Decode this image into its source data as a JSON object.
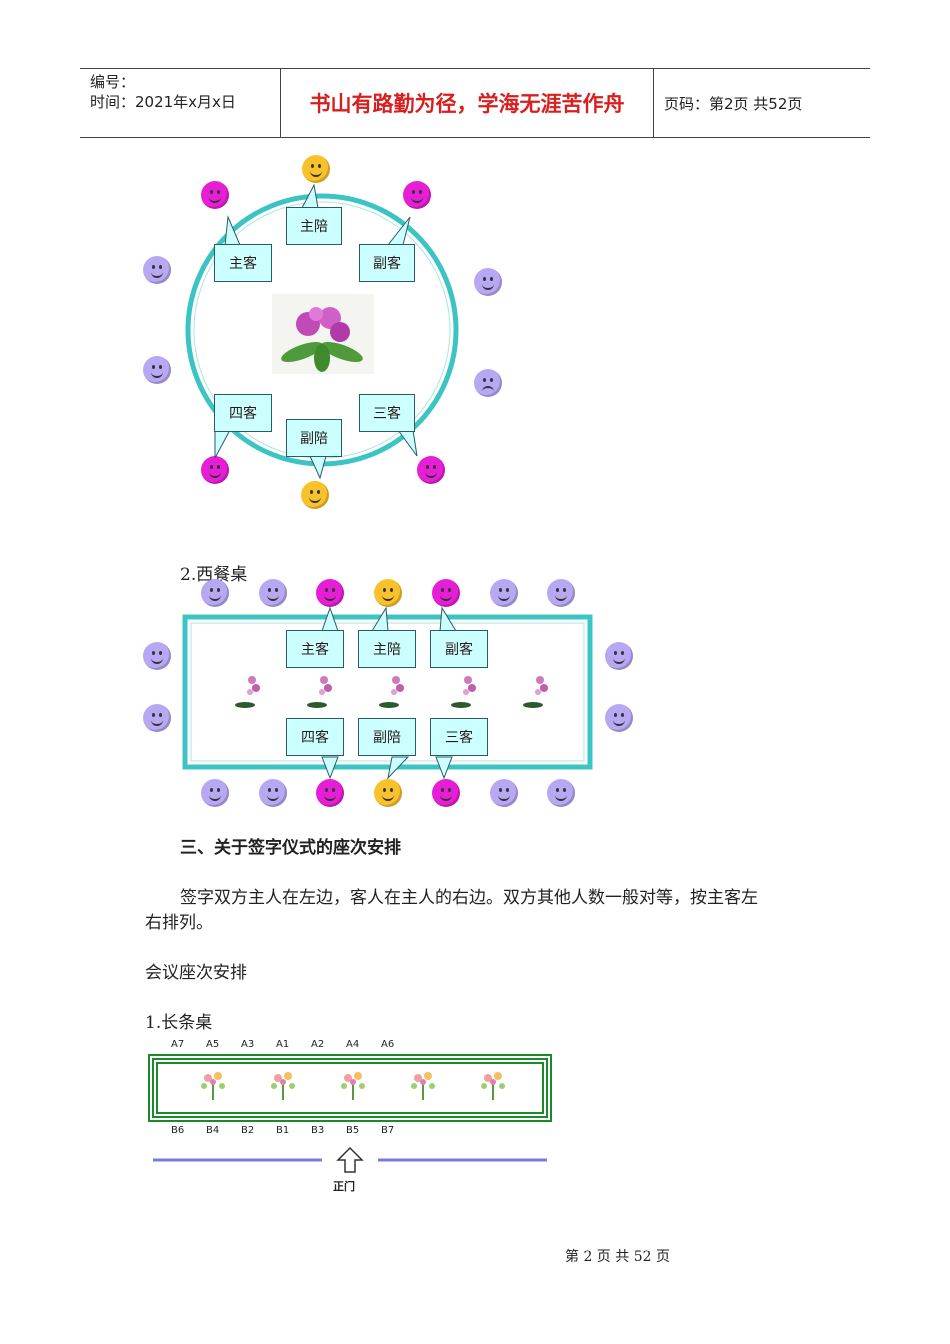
{
  "header": {
    "number_label": "编号：",
    "time_label": "时间：2021年x月x日",
    "motto": "书山有路勤为径，学海无涯苦作舟",
    "page_label": "页码：第2页  共52页"
  },
  "round_table": {
    "labels": {
      "host": "主陪",
      "chief_guest": "主客",
      "second_guest": "副客",
      "fourth_guest": "四客",
      "third_guest": "三客",
      "deputy_host": "副陪"
    }
  },
  "western": {
    "heading": "2.西餐桌",
    "labels": {
      "chief_guest": "主客",
      "host": "主陪",
      "second_guest": "副客",
      "fourth_guest": "四客",
      "deputy_host": "副陪",
      "third_guest": "三客"
    }
  },
  "signing": {
    "heading": "三、关于签字仪式的座次安排",
    "para_line1": "签字双方主人在左边，客人在主人的右边。双方其他人数一般对等，按主客左",
    "para_line2": "右排列。"
  },
  "meeting": {
    "heading": "会议座次安排",
    "long_table": "1.长条桌",
    "top_seats": [
      "A7",
      "A5",
      "A3",
      "A1",
      "A2",
      "A4",
      "A6"
    ],
    "bottom_seats": [
      "B6",
      "B4",
      "B2",
      "B1",
      "B3",
      "B5",
      "B7"
    ],
    "door": "正门"
  },
  "footer": {
    "page": "第 2 页 共 52 页"
  },
  "colors": {
    "motto_red": "#d81e1e",
    "table_teal": "#3cc4c4",
    "table_green": "#1a8a2a",
    "callout_fill": "#ccffff",
    "face_purple": "#b8a8f4",
    "face_magenta": "#e61fd6",
    "face_orange": "#f9c22a"
  }
}
